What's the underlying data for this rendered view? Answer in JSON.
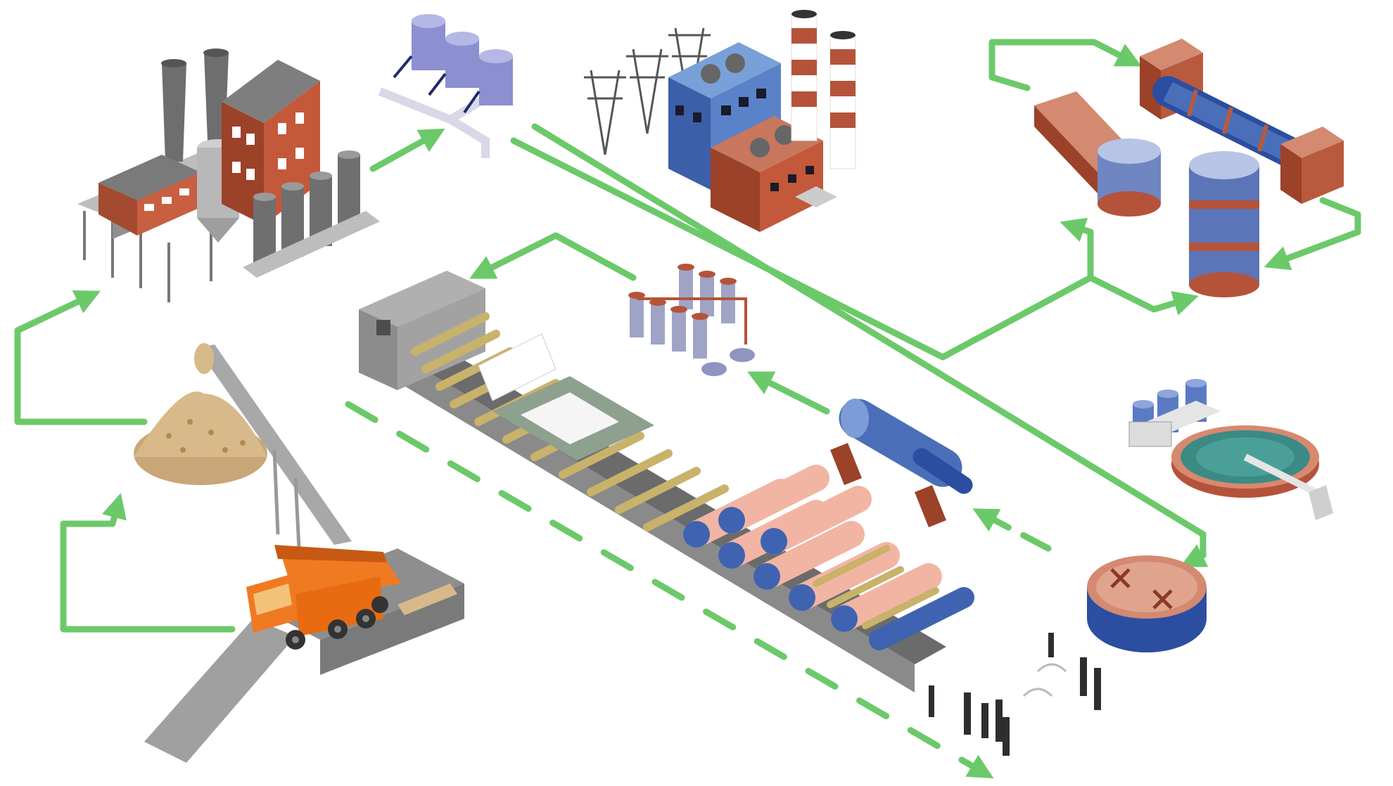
{
  "diagram": {
    "type": "isometric-paper-mill-process-flow",
    "background": "#ffffff",
    "colors": {
      "flow_arrow": "#6cc96a",
      "brick": "#b5533a",
      "steel_blue": "#4a6fb8",
      "tank_steel": "#a9a9b8",
      "truck_orange": "#f07a22",
      "roller_gold": "#c9b26a",
      "roller_blue": "#3f63b0",
      "paper_pink": "#f2b5a4",
      "sawdust": "#d8b98a",
      "concrete": "#9a9a9a"
    },
    "nodes": [
      {
        "id": "biomass-power-plant",
        "icon": "factory-icon"
      },
      {
        "id": "filter-tanks",
        "icon": "filter-tanks-icon"
      },
      {
        "id": "power-substation",
        "icon": "power-station-icon"
      },
      {
        "id": "cooling-towers",
        "icon": "cooling-tower-icon"
      },
      {
        "id": "kiln-dryer",
        "icon": "rotary-kiln-icon"
      },
      {
        "id": "pulp-storage-tanks",
        "icon": "pulp-tanks-icon"
      },
      {
        "id": "paper-machine",
        "icon": "paper-machine-icon"
      },
      {
        "id": "pulper-drum",
        "icon": "drum-icon"
      },
      {
        "id": "wastewater-clarifier",
        "icon": "clarifier-icon"
      },
      {
        "id": "aeration-basin",
        "icon": "basin-icon"
      },
      {
        "id": "wood-chip-pile",
        "icon": "chip-pile-icon"
      },
      {
        "id": "dump-truck-hopper",
        "icon": "dump-truck-icon"
      },
      {
        "id": "paper-rolls-output",
        "icon": "paper-reels-icon"
      }
    ],
    "flows": 14
  }
}
